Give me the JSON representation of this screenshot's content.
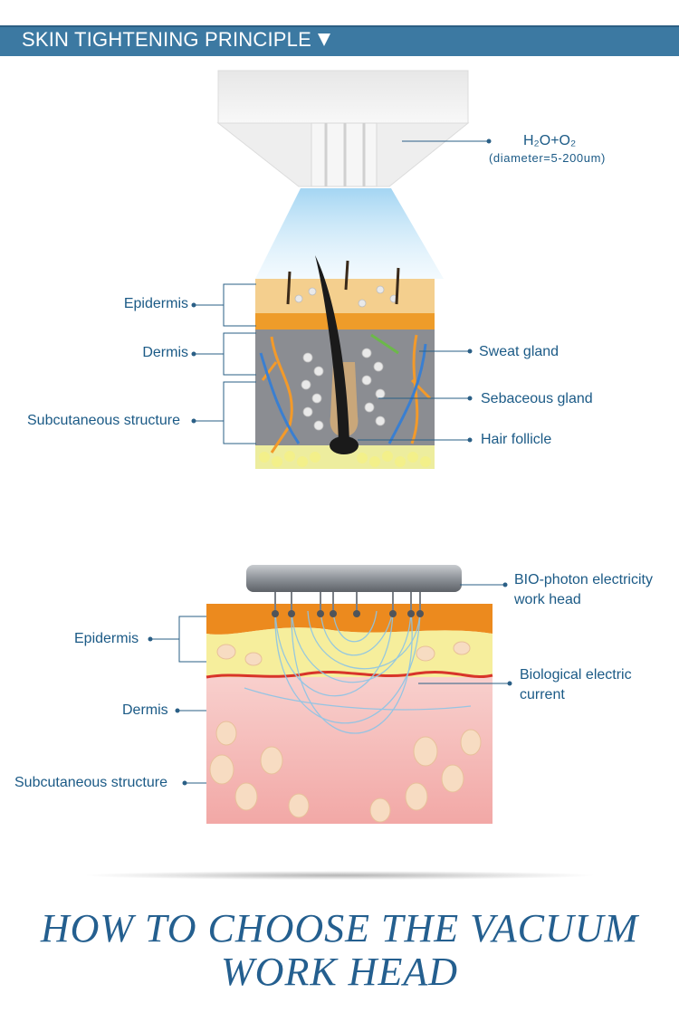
{
  "header": {
    "title": "SKIN TIGHTENING PRINCIPLE"
  },
  "diagram1": {
    "nozzle_label_formula": "H₂O+O₂",
    "nozzle_label_diameter": "(diameter=5-200um)",
    "left_labels": [
      "Epidermis",
      "Dermis",
      "Subcutaneous structure"
    ],
    "right_labels": [
      "Sweat gland",
      "Sebaceous gland",
      "Hair follicle"
    ]
  },
  "diagram2": {
    "head_label_line1": "BIO-photon electricity",
    "head_label_line2": "work head",
    "current_label_line1": "Biological electric",
    "current_label_line2": "current",
    "left_labels": [
      "Epidermis",
      "Dermis",
      "Subcutaneous structure"
    ]
  },
  "footer": {
    "title_line1": "HOW TO CHOOSE THE VACUUM",
    "title_line2": "WORK HEAD"
  },
  "colors": {
    "header_bar": "#3c79a2",
    "label_text": "#1b5a86",
    "leader_line": "#2a5f86",
    "title_text": "#245f8f"
  }
}
